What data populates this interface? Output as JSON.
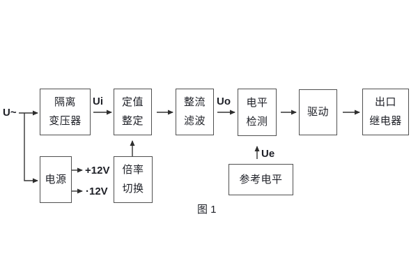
{
  "figure": {
    "caption": "图 1",
    "colors": {
      "background": "#ffffff",
      "line": "#333333",
      "border": "#4f4f4f",
      "text": "#1d1f26"
    },
    "signal_labels": {
      "input": "U~",
      "ui": "Ui",
      "uo": "Uo",
      "ue": "Ue",
      "plus12v": "+12V",
      "minus12v": "·12V"
    },
    "blocks": {
      "isolation_transformer": {
        "lines": [
          "隔离",
          "变压器"
        ]
      },
      "setting_adjust": {
        "lines": [
          "定值",
          "整定"
        ]
      },
      "rectifier_filter": {
        "lines": [
          "整流",
          "滤波"
        ]
      },
      "level_detect": {
        "lines": [
          "电平",
          "检测"
        ]
      },
      "driver": {
        "lines": [
          "驱动"
        ]
      },
      "output_relay": {
        "lines": [
          "出口",
          "继电器"
        ]
      },
      "power_supply": {
        "lines": [
          "电源"
        ]
      },
      "multiplier_switch": {
        "lines": [
          "倍率",
          "切换"
        ]
      },
      "reference_level": {
        "lines": [
          "参考电平"
        ]
      }
    }
  }
}
